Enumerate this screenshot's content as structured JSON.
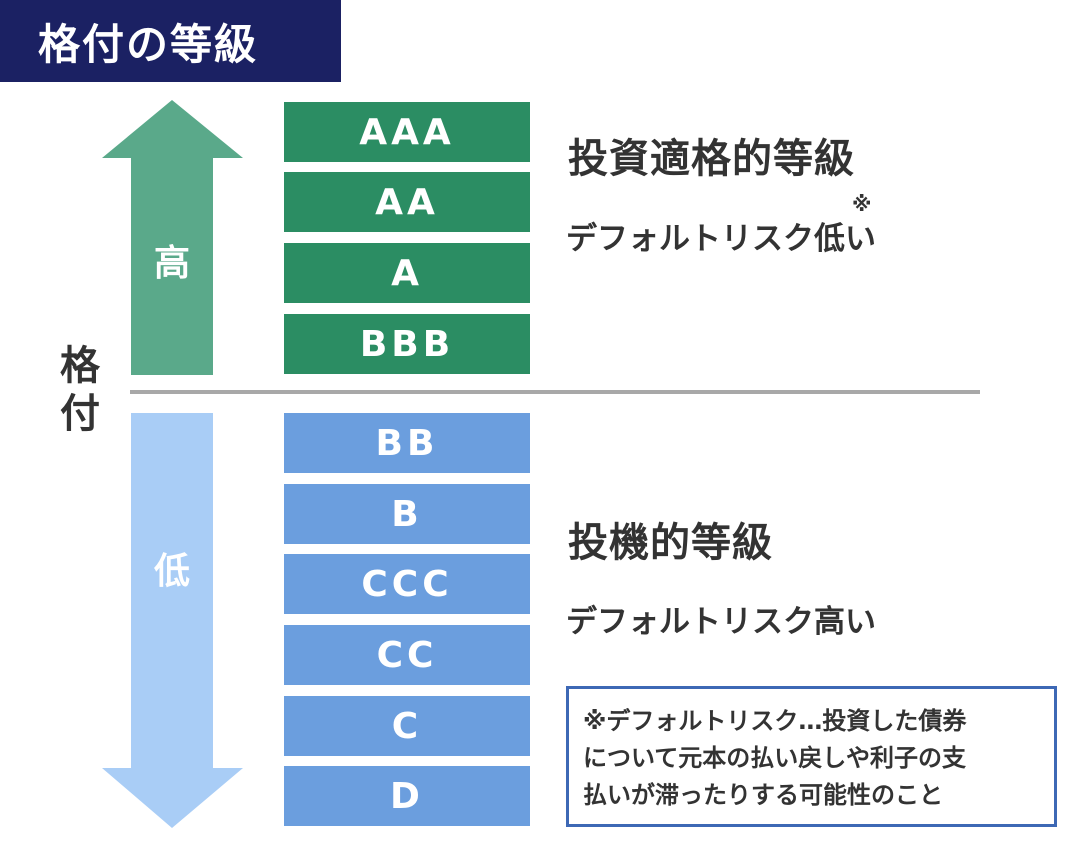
{
  "title": "格付の等級",
  "axis": {
    "label_line1": "格",
    "label_line2": "付",
    "high_label": "高",
    "low_label": "低"
  },
  "grades": {
    "investment": [
      "AAA",
      "AA",
      "A",
      "BBB"
    ],
    "speculative": [
      "BB",
      "B",
      "CCC",
      "CC",
      "C",
      "D"
    ]
  },
  "investment_grade": {
    "heading": "投資適格的等級",
    "subtext": "デフォルトリスク低い",
    "note_mark": "※"
  },
  "speculative_grade": {
    "heading": "投機的等級",
    "subtext": "デフォルトリスク高い"
  },
  "note": {
    "line1": "※デフォルトリスク…投資した債券",
    "line2": "について元本の払い戻しや利子の支",
    "line3": "払いが滞ったりする可能性のこと"
  },
  "colors": {
    "title_bg": "#1b2163",
    "investment": "#2b8d63",
    "speculative": "#6b9ede",
    "arrow_up": "#5aa98a",
    "arrow_down": "#a9cdf6",
    "divider": "#a8a8a8",
    "note_border": "#3d68b5"
  }
}
